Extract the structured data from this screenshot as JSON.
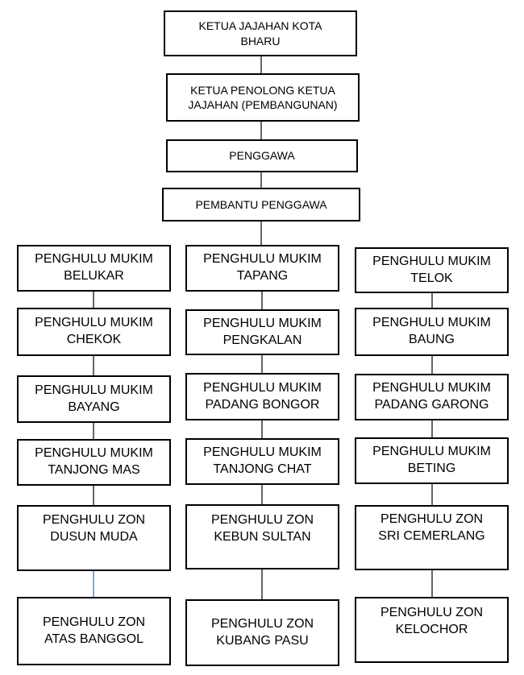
{
  "top_chain": {
    "ketua": "KETUA JAJAHAN KOTA\nBHARU",
    "penolong": "KETUA PENOLONG KETUA\nJAJAHAN (PEMBANGUNAN)",
    "penggawa": "PENGGAWA",
    "pembantu": "PEMBANTU PENGGAWA"
  },
  "columns": [
    {
      "items": [
        "PENGHULU MUKIM\nBELUKAR",
        "PENGHULU MUKIM\nCHEKOK",
        "PENGHULU MUKIM\nBAYANG",
        "PENGHULU MUKIM\nTANJONG MAS",
        "PENGHULU  ZON\nDUSUN MUDA",
        "PENGHULU ZON\nATAS BANGGOL"
      ]
    },
    {
      "items": [
        "PENGHULU MUKIM\nTAPANG",
        "PENGHULU MUKIM\nPENGKALAN",
        "PENGHULU MUKIM\nPADANG BONGOR",
        "PENGHULU MUKIM\nTANJONG CHAT",
        "PENGHULU ZON\nKEBUN SULTAN",
        "PENGHULU ZON\nKUBANG PASU"
      ]
    },
    {
      "items": [
        "PENGHULU MUKIM\nTELOK",
        "PENGHULU MUKIM\nBAUNG",
        "PENGHULU MUKIM\nPADANG GARONG",
        "PENGHULU MUKIM\nBETING",
        "PENGHULU ZON\nSRI CEMERLANG",
        "PENGHULU ZON\nKELOCHOR"
      ]
    }
  ]
}
